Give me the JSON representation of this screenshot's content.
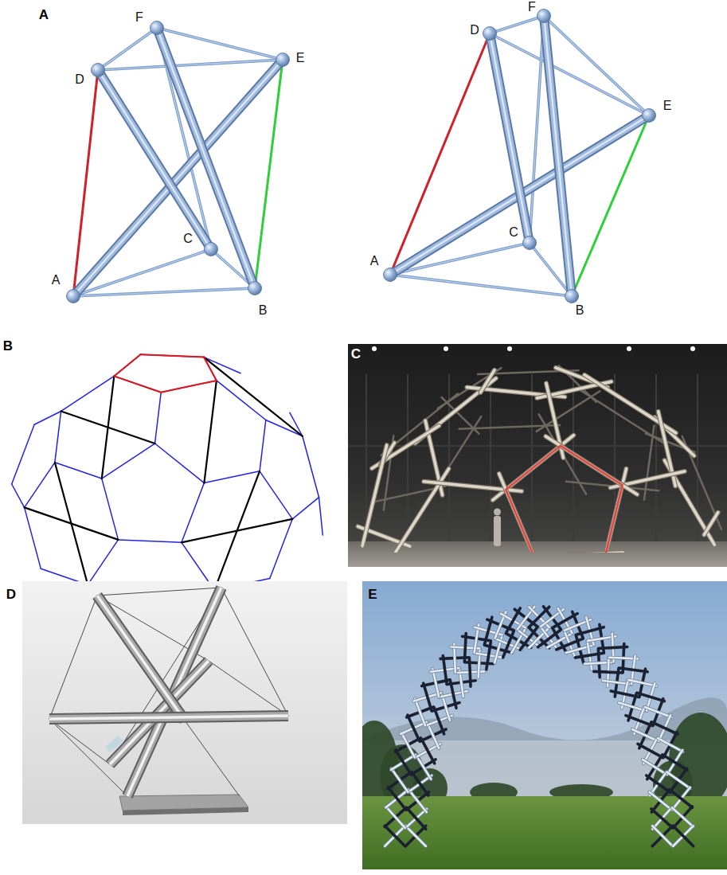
{
  "diagram": {
    "labels": [
      "A",
      "F",
      "D",
      "E",
      "A",
      "C",
      "B",
      "D",
      "F",
      "E",
      "A",
      "C",
      "B",
      "B",
      "C",
      "D",
      "E"
    ]
  }
}
